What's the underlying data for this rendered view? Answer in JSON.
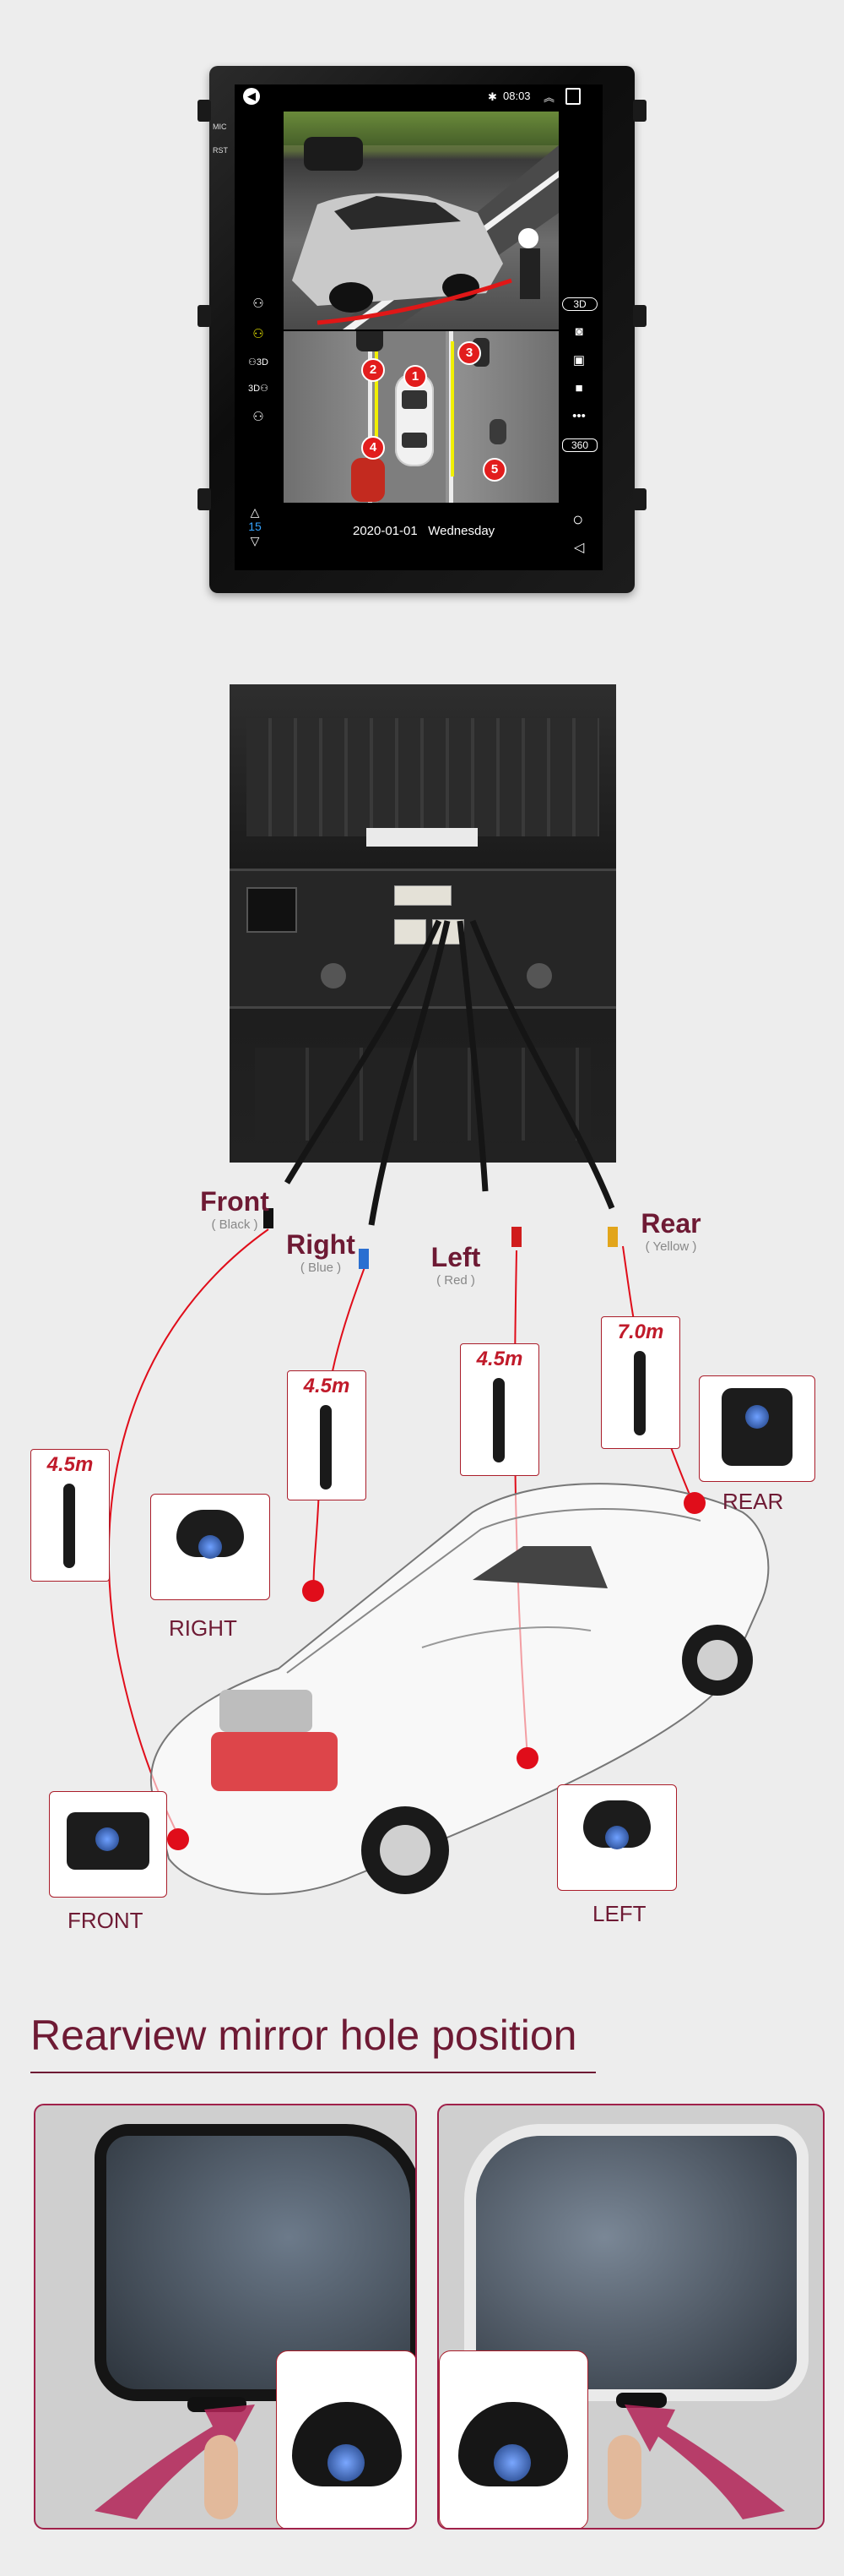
{
  "head_unit": {
    "side_labels": [
      "MIC",
      "RST"
    ],
    "status_time": "08:03",
    "left_icons": [
      "3d-car-icon",
      "parking-icon",
      "3d-view-icon",
      "3d-view-icon-2",
      "radar-icon"
    ],
    "right_icons": [
      "camera-icon",
      "record-icon",
      "video-icon",
      "more-icon"
    ],
    "right_3d_label": "3D",
    "right_360_label": "360",
    "number_badges": [
      "1",
      "2",
      "3",
      "4",
      "5"
    ],
    "nav_up": "△",
    "nav_number": "15",
    "nav_down": "▽",
    "date_text": "2020-01-01   Wednesday",
    "home_symbol": "○",
    "back_symbol": "◁"
  },
  "wiring": {
    "cables": [
      {
        "name": "Front",
        "color_note": "( Black )",
        "length": "4.5m"
      },
      {
        "name": "Right",
        "color_note": "( Blue )",
        "length": "4.5m"
      },
      {
        "name": "Left",
        "color_note": "( Red )",
        "length": "4.5m"
      },
      {
        "name": "Rear",
        "color_note": "( Yellow )",
        "length": "7.0m"
      }
    ],
    "camera_labels": {
      "front": "FRONT",
      "right": "RIGHT",
      "left": "LEFT",
      "rear": "REAR"
    },
    "accent_color": "#c01a2a"
  },
  "mirror": {
    "title": "Rearview mirror hole position"
  }
}
